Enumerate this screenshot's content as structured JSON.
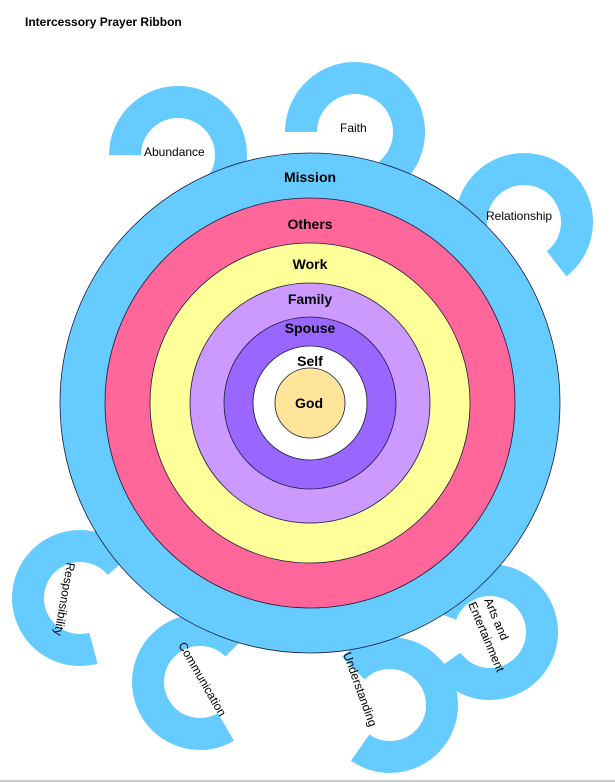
{
  "title": "Intercessory Prayer Ribbon",
  "rings": [
    {
      "label": "Mission",
      "color": "#66CCFF"
    },
    {
      "label": "Others",
      "color": "#FF6699"
    },
    {
      "label": "Work",
      "color": "#FFFF99"
    },
    {
      "label": "Family",
      "color": "#CC99FF"
    },
    {
      "label": "Spouse",
      "color": "#9966FF"
    },
    {
      "label": "Self",
      "color": "#FFFFFF"
    },
    {
      "label": "God",
      "color": "#FFE599"
    }
  ],
  "hooks": [
    {
      "label": "Abundance"
    },
    {
      "label": "Faith"
    },
    {
      "label": "Relationship"
    },
    {
      "label": "Responsibility"
    },
    {
      "label": "Communication"
    },
    {
      "label": "Understanding"
    },
    {
      "label": "Arts and"
    },
    {
      "label": "Entertainment"
    }
  ],
  "hook_color": "#66CCFF"
}
